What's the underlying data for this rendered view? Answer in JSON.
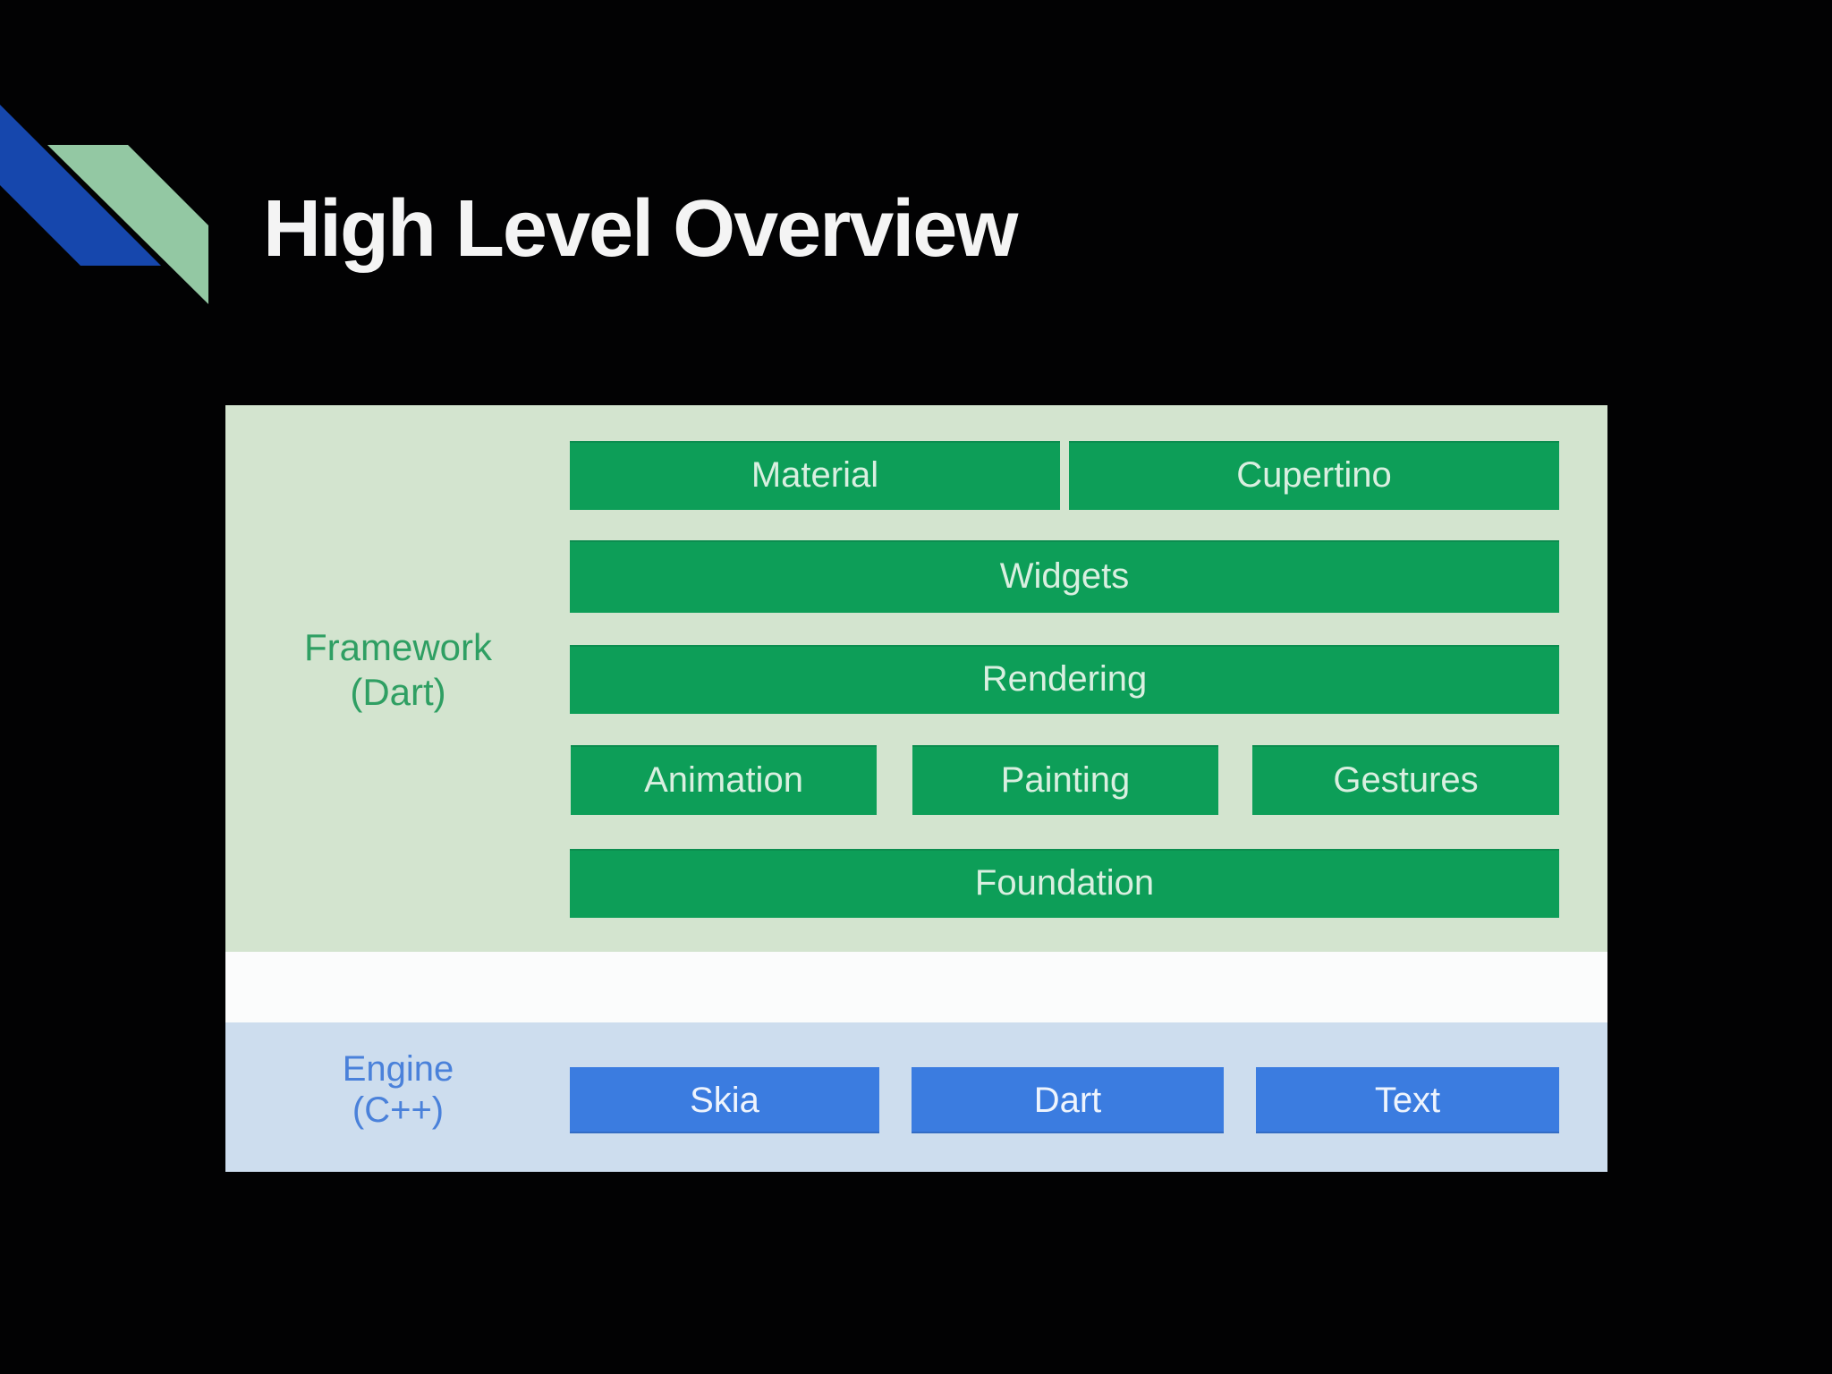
{
  "slide": {
    "title": "High Level Overview"
  },
  "diagram": {
    "framework": {
      "label_line1": "Framework",
      "label_line2": "(Dart)",
      "rows": [
        {
          "boxes": [
            "Material",
            "Cupertino"
          ]
        },
        {
          "boxes": [
            "Widgets"
          ]
        },
        {
          "boxes": [
            "Rendering"
          ]
        },
        {
          "boxes": [
            "Animation",
            "Painting",
            "Gestures"
          ]
        },
        {
          "boxes": [
            "Foundation"
          ]
        }
      ]
    },
    "engine": {
      "label_line1": "Engine",
      "label_line2": "(C++)",
      "boxes": [
        "Skia",
        "Dart",
        "Text"
      ]
    }
  },
  "colors": {
    "background": "#020203",
    "title_text": "#f4f4f4",
    "decor_blue": "#1647ad",
    "decor_green": "#93c8a3",
    "framework_bg": "#d3e4cf",
    "framework_box": "#0d9e58",
    "framework_box_text": "#d9efe0",
    "framework_label": "#2f9f63",
    "divider_band": "#fbfcfc",
    "engine_bg": "#cdddee",
    "engine_box": "#3b7ce0",
    "engine_box_text": "#eef4fd",
    "engine_label": "#4a81da"
  }
}
